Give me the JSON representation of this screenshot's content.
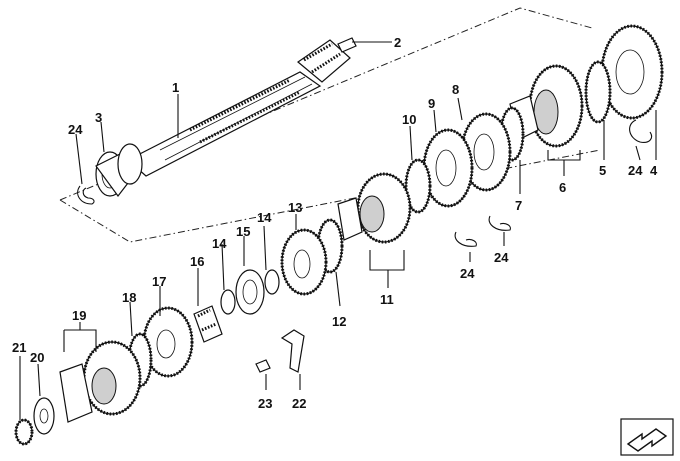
{
  "diagram": {
    "callouts": [
      {
        "id": "1",
        "label": "1"
      },
      {
        "id": "2",
        "label": "2"
      },
      {
        "id": "3",
        "label": "3"
      },
      {
        "id": "4",
        "label": "4"
      },
      {
        "id": "5",
        "label": "5"
      },
      {
        "id": "6",
        "label": "6"
      },
      {
        "id": "7",
        "label": "7"
      },
      {
        "id": "8",
        "label": "8"
      },
      {
        "id": "9",
        "label": "9"
      },
      {
        "id": "10",
        "label": "10"
      },
      {
        "id": "11",
        "label": "11"
      },
      {
        "id": "12",
        "label": "12"
      },
      {
        "id": "13",
        "label": "13"
      },
      {
        "id": "14a",
        "label": "14"
      },
      {
        "id": "14b",
        "label": "14"
      },
      {
        "id": "15",
        "label": "15"
      },
      {
        "id": "16",
        "label": "16"
      },
      {
        "id": "17",
        "label": "17"
      },
      {
        "id": "18",
        "label": "18"
      },
      {
        "id": "19",
        "label": "19"
      },
      {
        "id": "20",
        "label": "20"
      },
      {
        "id": "21",
        "label": "21"
      },
      {
        "id": "22",
        "label": "22"
      },
      {
        "id": "23",
        "label": "23"
      },
      {
        "id": "24a",
        "label": "24"
      },
      {
        "id": "24b",
        "label": "24"
      },
      {
        "id": "24c",
        "label": "24"
      },
      {
        "id": "24d",
        "label": "24"
      }
    ]
  },
  "icons": {
    "navigation": "view-arrow-icon"
  }
}
